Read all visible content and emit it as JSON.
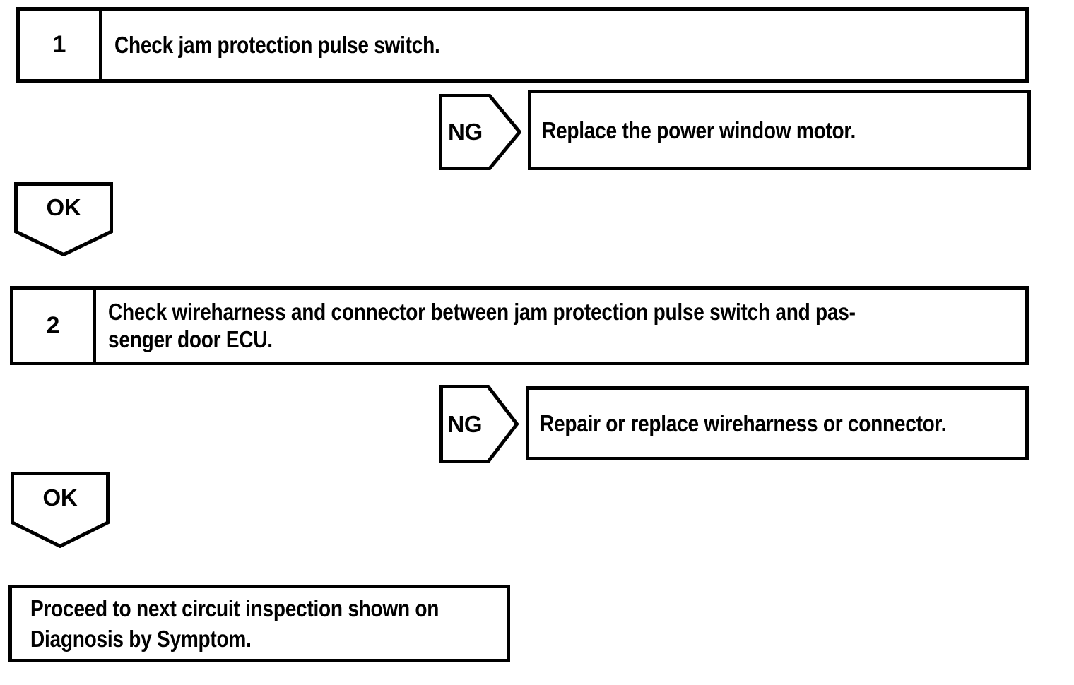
{
  "page": {
    "background_color": "#ffffff",
    "line_color": "#000000"
  },
  "flowchart": {
    "steps": [
      {
        "number": "1",
        "instruction_lines": [
          "Check jam protection pulse switch."
        ],
        "ng": {
          "label": "NG",
          "action_lines": [
            "Replace the power window motor."
          ]
        },
        "ok": {
          "label": "OK"
        }
      },
      {
        "number": "2",
        "instruction_lines": [
          "Check wireharness and connector between jam protection pulse switch and pas-",
          "senger door ECU."
        ],
        "ng": {
          "label": "NG",
          "action_lines": [
            "Repair or replace wireharness or connector."
          ]
        },
        "ok": {
          "label": "OK"
        }
      }
    ],
    "terminal": {
      "lines": [
        "Proceed to next circuit inspection shown on",
        "Diagnosis by Symptom."
      ]
    }
  }
}
